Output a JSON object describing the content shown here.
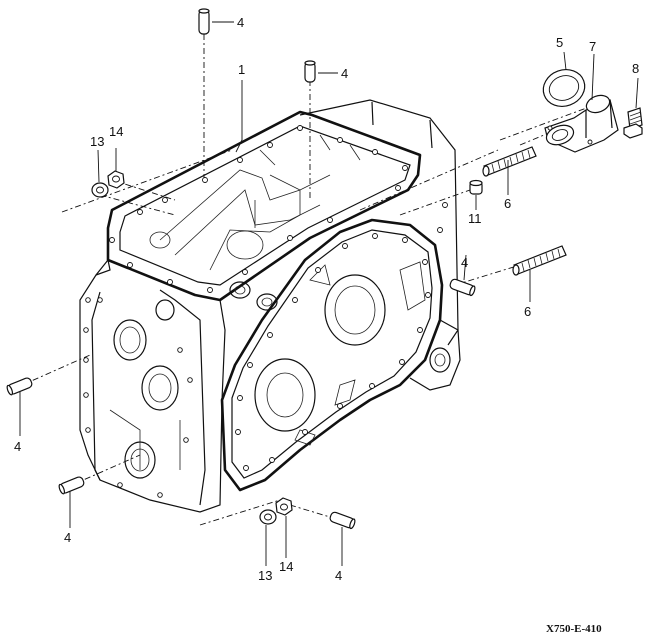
{
  "callouts": {
    "c1": "1",
    "c4a": "4",
    "c4b": "4",
    "c4c": "4",
    "c4d": "4",
    "c4e": "4",
    "c4f": "4",
    "c5": "5",
    "c6a": "6",
    "c6b": "6",
    "c7": "7",
    "c8": "8",
    "c11": "11",
    "c13a": "13",
    "c13b": "13",
    "c14a": "14",
    "c14b": "14"
  },
  "drawing_code": "X750-E-410",
  "colors": {
    "ink": "#111111",
    "paper": "#ffffff"
  }
}
